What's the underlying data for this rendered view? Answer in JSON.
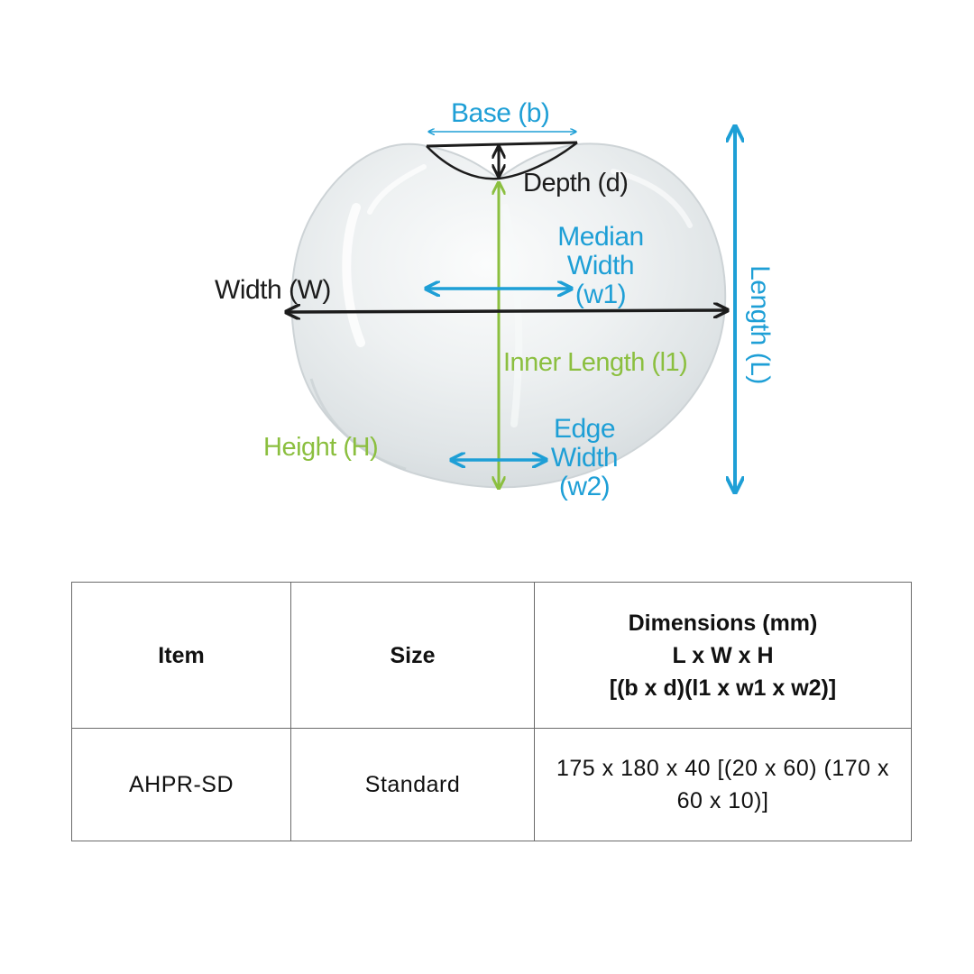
{
  "diagram": {
    "labels": {
      "base": "Base (b)",
      "depth": "Depth (d)",
      "median_width": [
        "Median",
        "Width",
        "(w1)"
      ],
      "width": "Width (W)",
      "inner_length": "Inner Length (l1)",
      "length": "Length (L)",
      "height": "Height (H)",
      "edge_width": [
        "Edge",
        "Width",
        "(w2)"
      ]
    },
    "colors": {
      "blue": "#1e9fd6",
      "green": "#8bbf3f",
      "dark": "#1c1c1c"
    }
  },
  "table": {
    "headers": {
      "item": "Item",
      "size": "Size",
      "dimensions": [
        "Dimensions (mm)",
        "L x W x H",
        "[(b x d)(l1 x w1 x w2)]"
      ]
    },
    "rows": [
      {
        "item": "AHPR-SD",
        "size": "Standard",
        "dimensions": [
          "175 x 180 x 40 [(20 x 60) (170 x",
          "60 x 10)]"
        ]
      }
    ]
  }
}
